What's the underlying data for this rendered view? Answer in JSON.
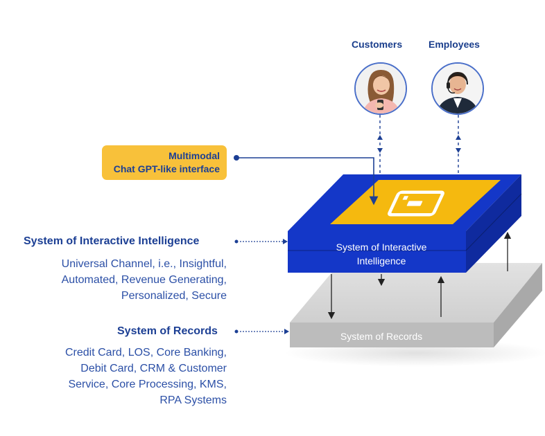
{
  "personas": {
    "customers": {
      "label": "Customers",
      "icon": "woman-with-phone-photo"
    },
    "employees": {
      "label": "Employees",
      "icon": "man-with-headset-photo"
    }
  },
  "callout": {
    "line1": "Multimodal",
    "line2": "Chat GPT-like interface"
  },
  "interactive_layer": {
    "heading": "System of  Interactive Intelligence",
    "description_lines": [
      "Universal Channel, i.e., Insightful,",
      "Automated, Revenue Generating,",
      "Personalized, Secure"
    ],
    "slab_label_line1": "System of Interactive",
    "slab_label_line2": "Intelligence",
    "logo_icon": "chat-interface-logo-icon"
  },
  "records_layer": {
    "heading": "System of Records",
    "description_lines": [
      "Credit Card, LOS, Core Banking,",
      "Debit Card, CRM & Customer",
      "Service, Core Processing, KMS,",
      "RPA Systems"
    ],
    "slab_label": "System of Records"
  },
  "colors": {
    "blue_slab": "#1437c8",
    "blue_dark": "#0f2a9e",
    "yellow": "#f5b90f",
    "grey_slab": "#bdbdbd",
    "text_blue": "#1c3f94",
    "callout_bg": "#f8c13a"
  }
}
